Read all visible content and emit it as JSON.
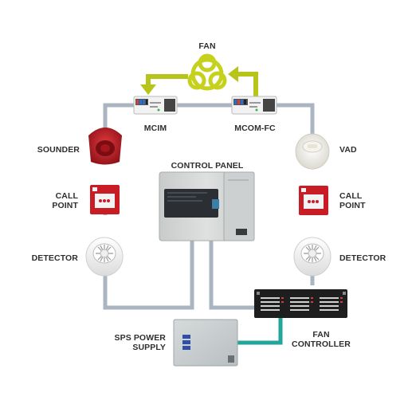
{
  "labels": {
    "fan": "FAN",
    "mcim": "MCIM",
    "mcom_fc": "MCOM-FC",
    "sounder": "SOUNDER",
    "vad": "VAD",
    "control_panel": "CONTROL PANEL",
    "call_point_left_1": "CALL",
    "call_point_left_2": "POINT",
    "call_point_right_1": "CALL",
    "call_point_right_2": "POINT",
    "detector_left": "DETECTOR",
    "detector_right": "DETECTOR",
    "sps_1": "SPS POWER",
    "sps_2": "SUPPLY",
    "fan_controller_1": "FAN",
    "fan_controller_2": "CONTROLLER"
  },
  "colors": {
    "loop_wire": "#a9b6c1",
    "power_wire": "#22a59a",
    "fan_arrow": "#b7c419",
    "fan_icon": "#c6d11d",
    "sounder": "#b31b22",
    "call_point": "#c81d25",
    "panel": "#d6d8d8",
    "psu": "#c7cccd",
    "controller": "#1e1e1e"
  },
  "icons": {
    "fan": "fan-icon",
    "sounder": "sounder-icon",
    "vad": "vad-icon",
    "call_point": "call-point-icon",
    "detector": "smoke-detector-icon",
    "module": "interface-module-icon",
    "panel": "control-panel-icon",
    "psu": "power-supply-icon",
    "controller": "fan-controller-icon"
  }
}
